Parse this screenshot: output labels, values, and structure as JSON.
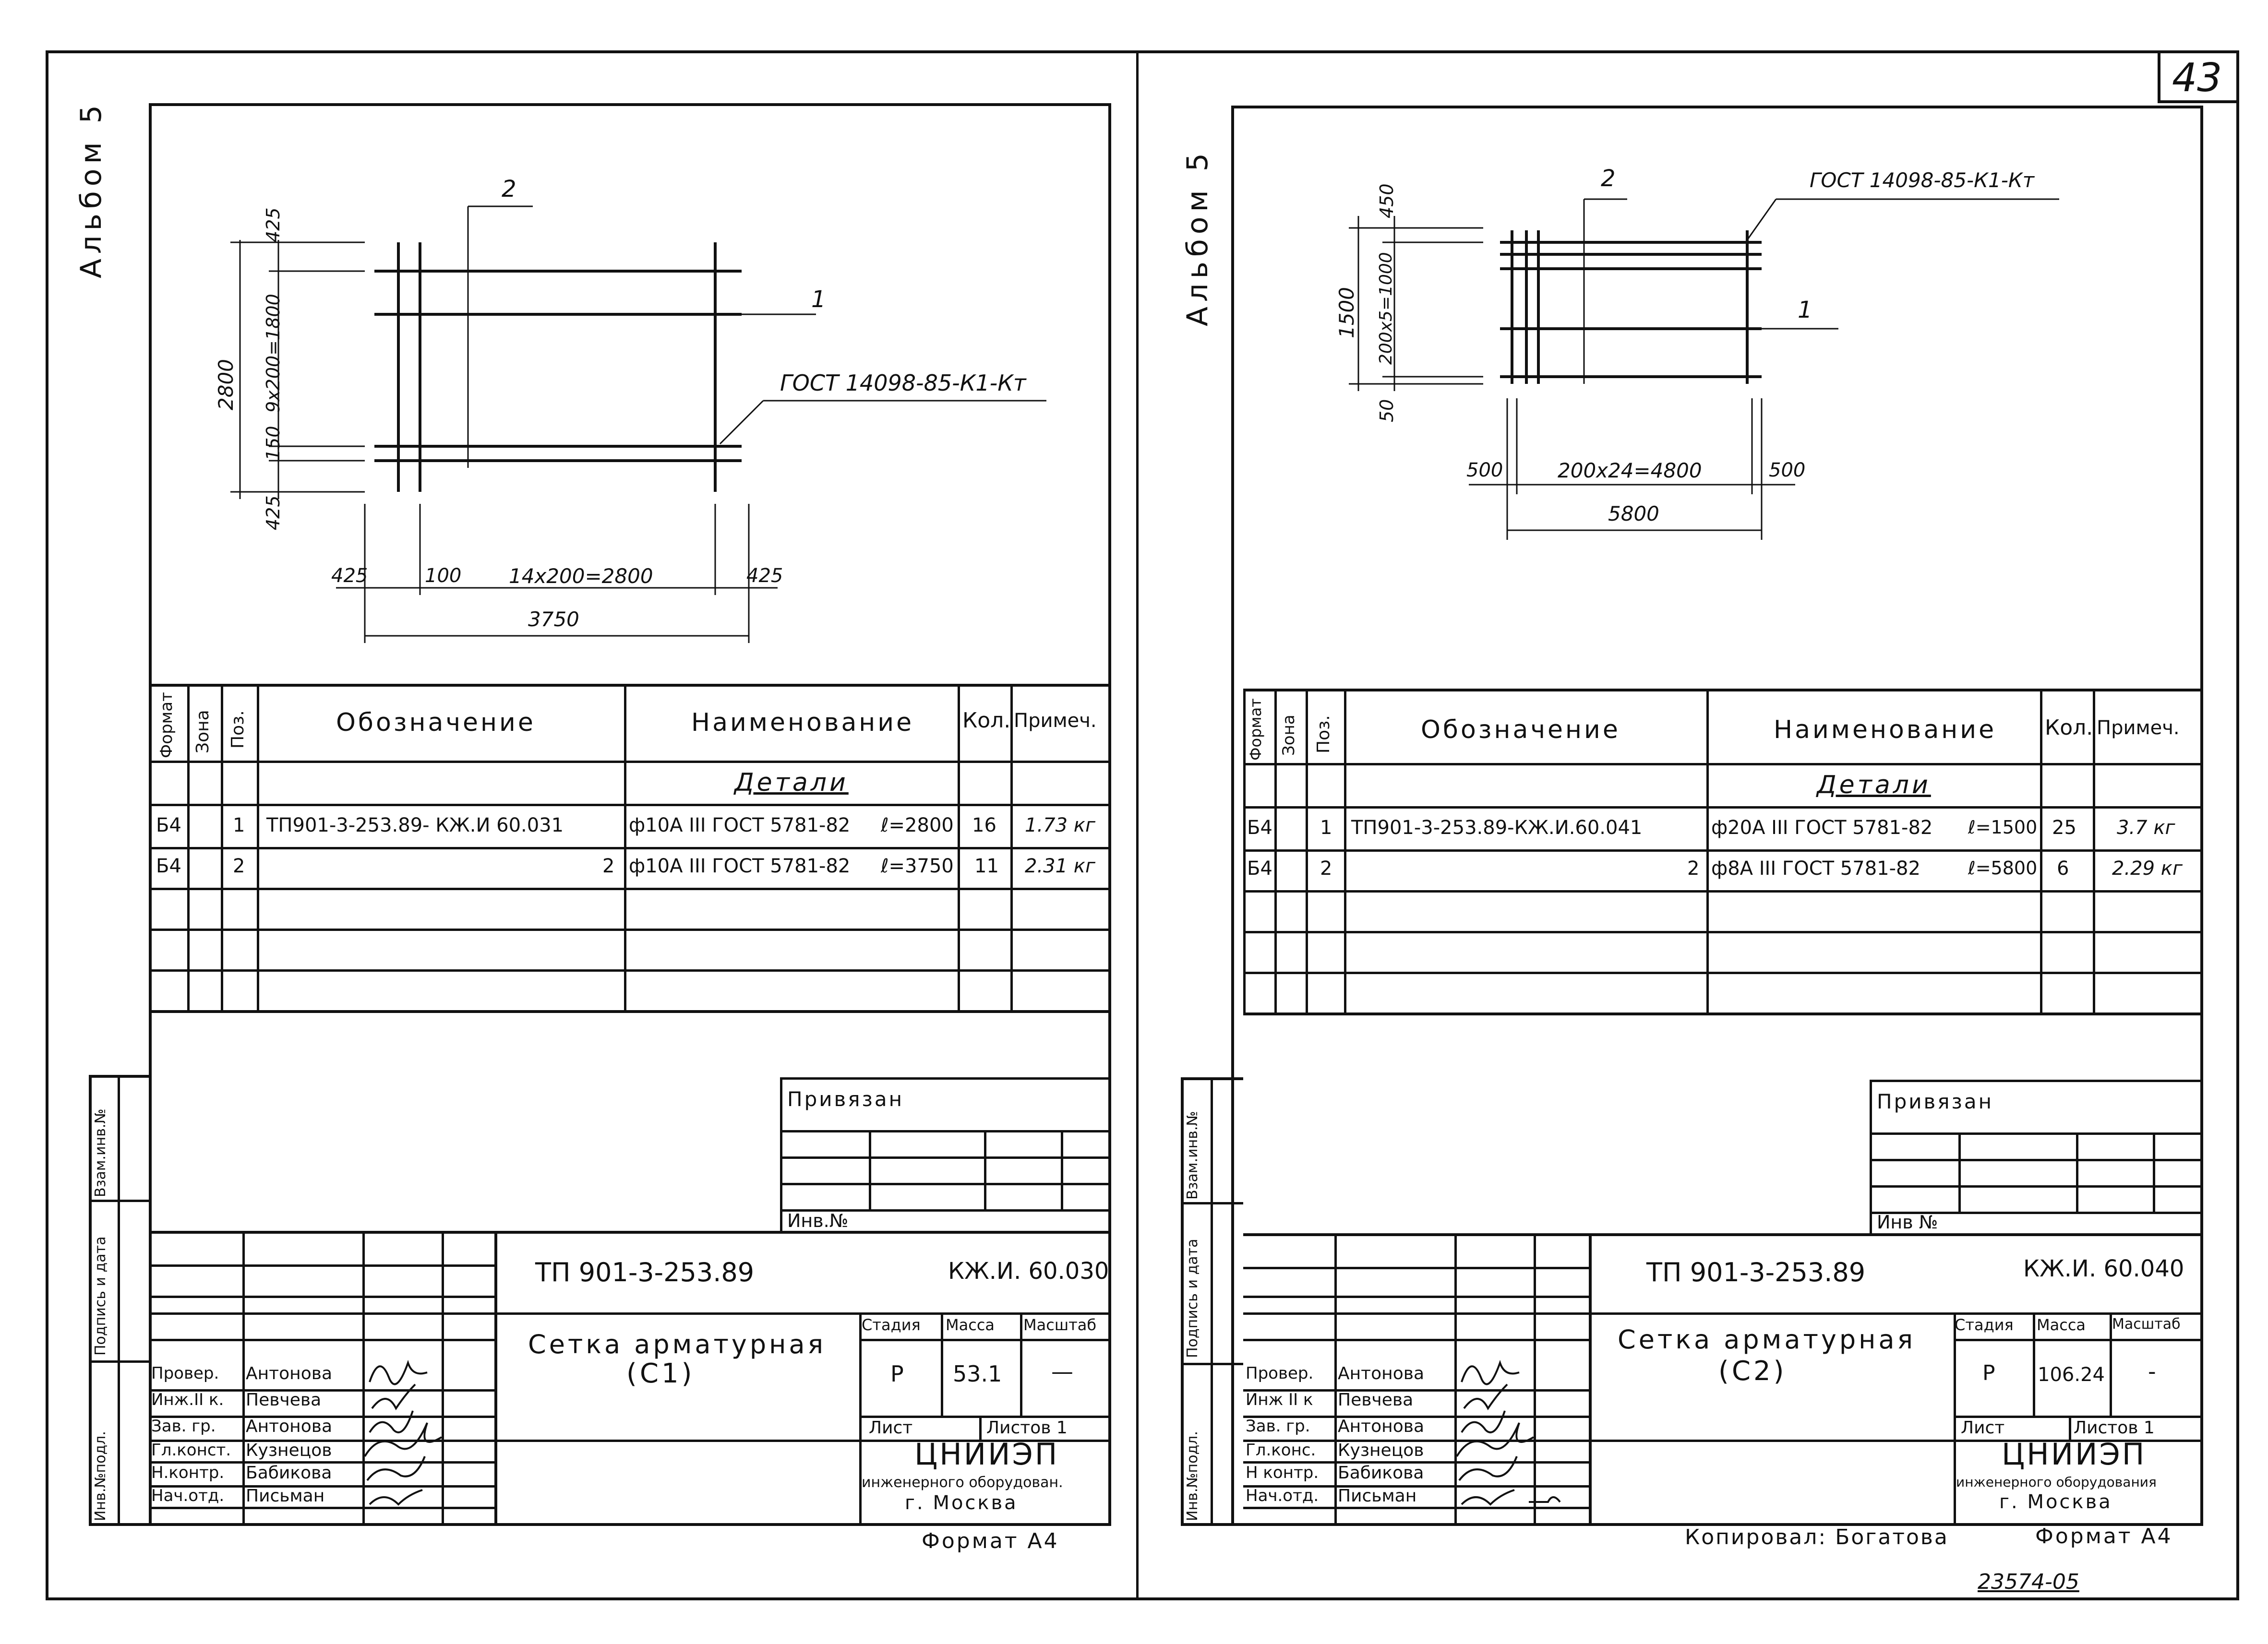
{
  "sheet_number": "43",
  "footer": {
    "copied_by": "Копировал: Богатова",
    "stamp": "23574-05"
  },
  "sheets": [
    {
      "album": "Альбом 5",
      "drawing": {
        "dims": {
          "top_425": "425",
          "rows": "9x200=1800",
          "total_h": "2800",
          "mid_150": "150",
          "bot_425": "425",
          "left_425": "425",
          "d100": "100",
          "cols": "14x200=2800",
          "right_425": "425",
          "total_w": "3750"
        },
        "callout_2": "2",
        "callout_1": "1",
        "gost": "ГОСТ 14098-85-К1-Кт"
      },
      "spec": {
        "headers": {
          "format": "Формат",
          "zone": "Зона",
          "pos": "Поз.",
          "designation": "Обозначение",
          "name": "Наименование",
          "qty": "Кол.",
          "note": "Примеч."
        },
        "section": "Детали",
        "rows": [
          {
            "format": "Б4",
            "pos": "1",
            "designation": "ТП901-3-253.89- КЖ.И 60.031",
            "name": "ф10А III ГОСТ 5781-82",
            "length": "ℓ=2800",
            "qty": "16",
            "note": "1.73 кг"
          },
          {
            "format": "Б4",
            "pos": "2",
            "designation": "2",
            "name": "ф10А III ГОСТ 5781-82",
            "length": "ℓ=3750",
            "qty": "11",
            "note": "2.31 кг"
          }
        ]
      },
      "privyazan": "Привязан",
      "inv_no": "Инв.№",
      "side_labels": {
        "inv_podl": "Инв.№подл.",
        "podpis": "Подпись и дата",
        "vzam": "Взам.инв.№"
      },
      "title_block": {
        "project": "ТП 901-3-253.89",
        "code": "КЖ.И. 60.030",
        "title_line1": "Сетка арматурная",
        "title_line2": "(С1)",
        "h_stage": "Стадия",
        "h_mass": "Масса",
        "h_scale": "Масштаб",
        "stage": "Р",
        "mass": "53.1",
        "scale": "—",
        "sheet_lbl": "Лист",
        "sheets_lbl": "Листов 1",
        "org": "ЦНИИЭП",
        "org_sub": "инженерного оборудован.",
        "city": "г. Москва",
        "format": "Формат А4",
        "people": [
          {
            "role": "Провер.",
            "name": "Антонова"
          },
          {
            "role": "Инж.II к.",
            "name": "Певчева"
          },
          {
            "role": "Зав. гр.",
            "name": "Антонова"
          },
          {
            "role": "Гл.конст.",
            "name": "Кузнецов"
          },
          {
            "role": "Н.контр.",
            "name": "Бабикова"
          },
          {
            "role": "Нач.отд.",
            "name": "Письман"
          }
        ]
      }
    },
    {
      "album": "Альбом 5",
      "drawing": {
        "dims": {
          "top_450": "450",
          "rows": "200x5=1000",
          "total_h": "1500",
          "bot_50": "50",
          "left_500": "500",
          "cols": "200x24=4800",
          "right_500": "500",
          "total_w": "5800"
        },
        "callout_2": "2",
        "callout_1": "1",
        "gost": "ГОСТ 14098-85-К1-Кт"
      },
      "spec": {
        "headers": {
          "format": "Формат",
          "zone": "Зона",
          "pos": "Поз.",
          "designation": "Обозначение",
          "name": "Наименование",
          "qty": "Кол.",
          "note": "Примеч."
        },
        "section": "Детали",
        "rows": [
          {
            "format": "Б4",
            "pos": "1",
            "designation": "ТП901-3-253.89-КЖ.И.60.041",
            "name": "ф20А III ГОСТ 5781-82",
            "length": "ℓ=1500",
            "qty": "25",
            "note": "3.7 кг"
          },
          {
            "format": "Б4",
            "pos": "2",
            "designation": "2",
            "name": "ф8А III ГОСТ 5781-82",
            "length": "ℓ=5800",
            "qty": "6",
            "note": "2.29 кг"
          }
        ]
      },
      "privyazan": "Привязан",
      "inv_no": "Инв №",
      "side_labels": {
        "inv_podl": "Инв.№подл.",
        "podpis": "Подпись и дата",
        "vzam": "Взам.инв.№"
      },
      "title_block": {
        "project": "ТП 901-3-253.89",
        "code": "КЖ.И. 60.040",
        "title_line1": "Сетка арматурная",
        "title_line2": "(С2)",
        "h_stage": "Стадия",
        "h_mass": "Масса",
        "h_scale": "Масштаб",
        "stage": "Р",
        "mass": "106.24",
        "scale": "-",
        "sheet_lbl": "Лист",
        "sheets_lbl": "Листов 1",
        "org": "ЦНИИЭП",
        "org_sub": "инженерного оборудования",
        "city": "г. Москва",
        "format": "Формат А4",
        "people": [
          {
            "role": "Провер.",
            "name": "Антонова"
          },
          {
            "role": "Инж II к",
            "name": "Певчева"
          },
          {
            "role": "Зав. гр.",
            "name": "Антонова"
          },
          {
            "role": "Гл.конс.",
            "name": "Кузнецов"
          },
          {
            "role": "Н контр.",
            "name": "Бабикова"
          },
          {
            "role": "Нач.отд.",
            "name": "Письман"
          }
        ]
      }
    }
  ]
}
